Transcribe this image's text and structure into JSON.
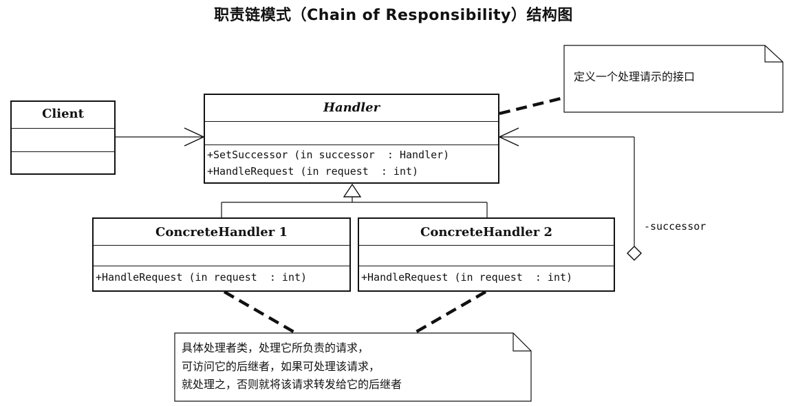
{
  "title": "职责链模式（Chain of Responsibility）结构图",
  "classes": {
    "client": {
      "name": "Client"
    },
    "handler": {
      "name": "Handler",
      "ops": [
        "+SetSuccessor (in successor  : Handler)",
        "+HandleRequest (in request  : int)"
      ]
    },
    "concrete1": {
      "name": "ConcreteHandler 1",
      "ops": [
        "+HandleRequest (in request  : int)"
      ]
    },
    "concrete2": {
      "name": "ConcreteHandler 2",
      "ops": [
        "+HandleRequest (in request  : int)"
      ]
    }
  },
  "association_label": "-successor",
  "notes": {
    "handler_note": "定义一个处理请示的接口",
    "concrete_note": [
      "具体处理者类，处理它所负责的请求，",
      "可访问它的后继者，如果可处理该请求，",
      "就处理之，否则就将该请求转发给它的后继者"
    ]
  }
}
